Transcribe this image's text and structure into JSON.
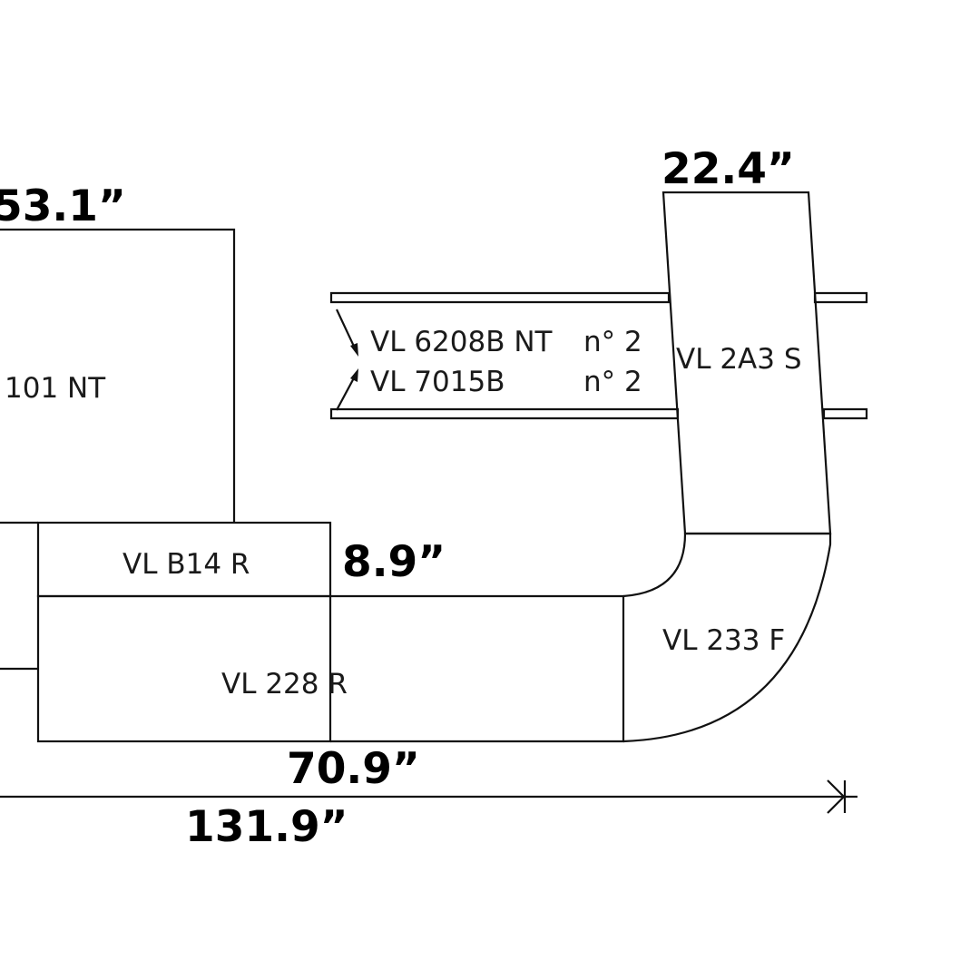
{
  "modules": {
    "main_unit": "101 NT",
    "shelf_upper": "VL 6208B NT",
    "shelf_upper_qty": "n° 2",
    "shelf_lower": "VL 7015B",
    "shelf_lower_qty": "n° 2",
    "tall_unit": "VL 2A3 S",
    "top_drawer": "VL B14 R",
    "base_unit": "VL 228 R",
    "corner_unit": "VL 233 F"
  },
  "dimensions": {
    "width_main": "53.1”",
    "width_tall": "22.4”",
    "height_drawer": "8.9”",
    "depth_base": "70.9”",
    "total_width": "131.9”"
  }
}
